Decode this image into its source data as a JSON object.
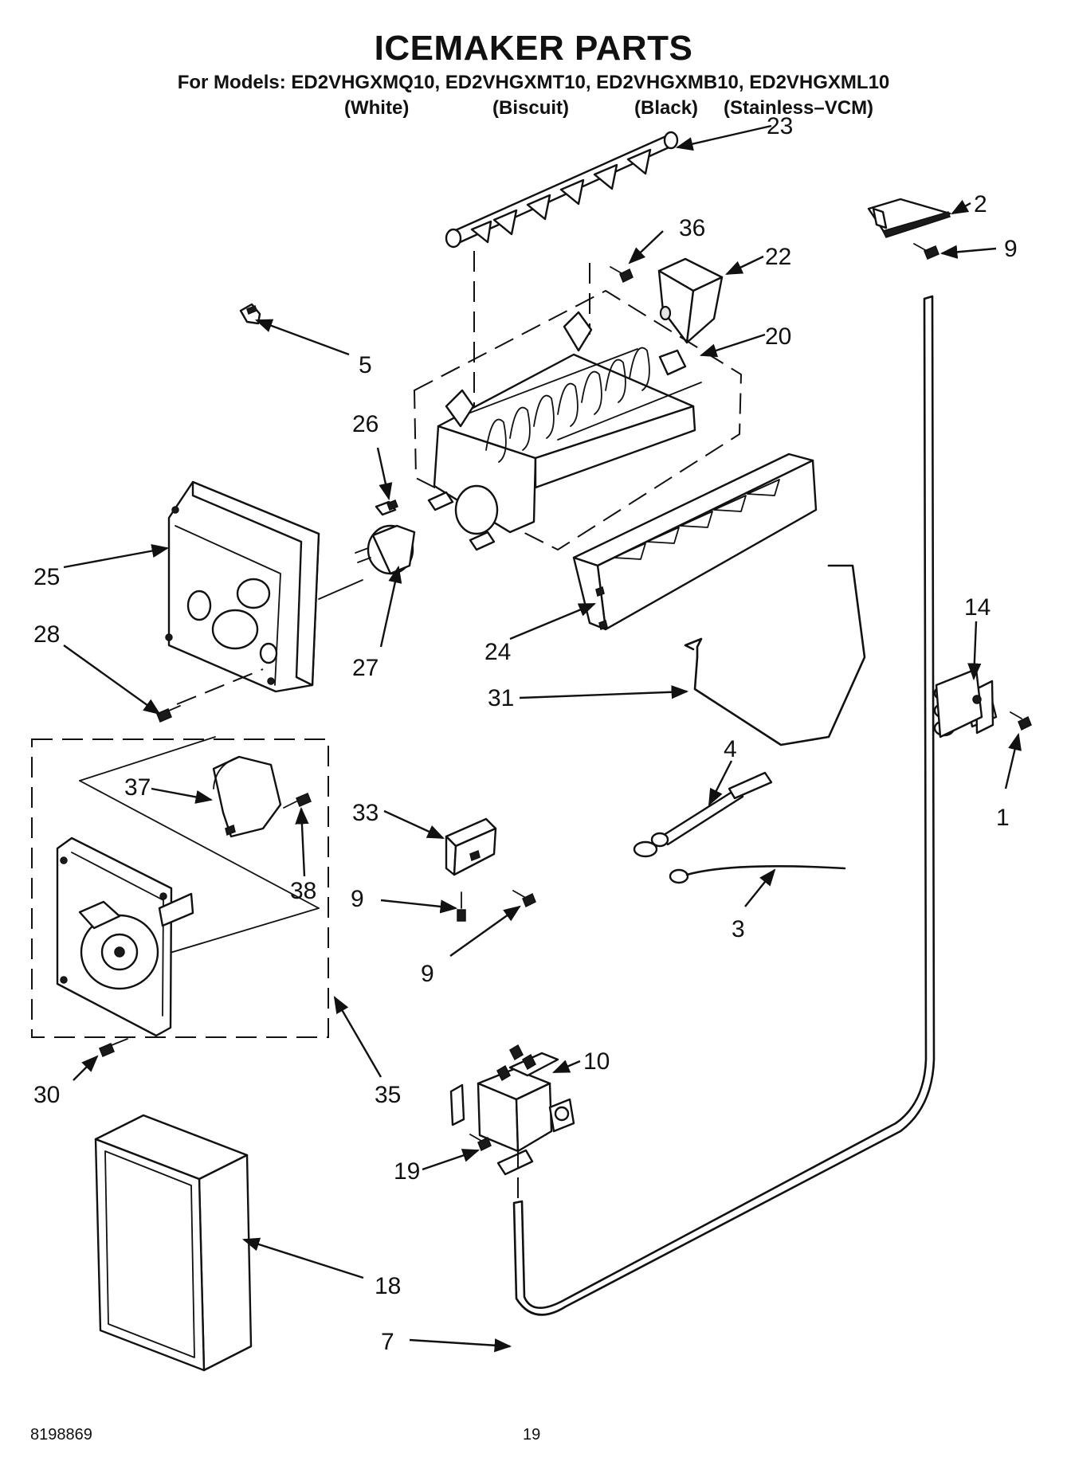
{
  "header": {
    "title": "ICEMAKER PARTS",
    "models_line": "For Models: ED2VHGXMQ10, ED2VHGXMT10, ED2VHGXMB10, ED2VHGXML10",
    "variants": [
      "(White)",
      "(Biscuit)",
      "(Black)",
      "(Stainless–VCM)"
    ]
  },
  "callouts": [
    "23",
    "2",
    "9",
    "36",
    "22",
    "5",
    "20",
    "26",
    "25",
    "28",
    "27",
    "24",
    "31",
    "14",
    "4",
    "37",
    "1",
    "33",
    "38",
    "9",
    "9",
    "3",
    "30",
    "35",
    "10",
    "19",
    "18",
    "7"
  ],
  "footer": {
    "doc_number": "8198869",
    "page_number": "19"
  }
}
